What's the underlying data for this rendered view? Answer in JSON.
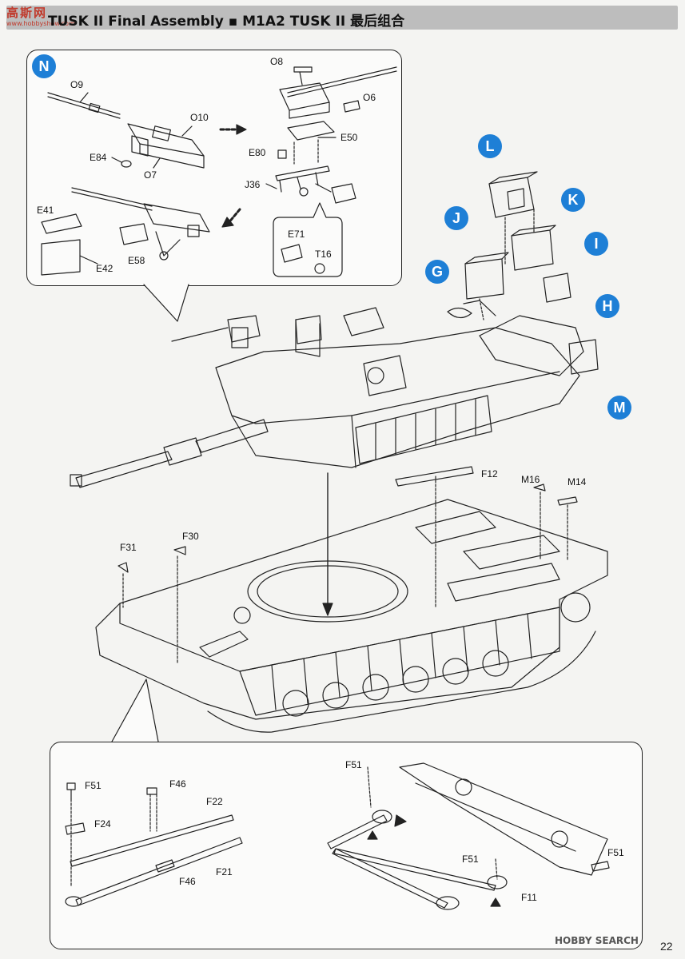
{
  "header": {
    "logo_main": "高斯网",
    "logo_sub": "www.hobbyshow.com",
    "title": "TUSK II Final Assembly ▪ M1A2 TUSK II 最后组合"
  },
  "markers": {
    "N": "N",
    "L": "L",
    "K": "K",
    "J": "J",
    "I": "I",
    "G": "G",
    "H": "H",
    "M": "M"
  },
  "parts": {
    "O9": "O9",
    "O10": "O10",
    "E84": "E84",
    "O7": "O7",
    "O8": "O8",
    "O6": "O6",
    "E50": "E50",
    "E80": "E80",
    "J36": "J36",
    "E41": "E41",
    "E42": "E42",
    "E58": "E58",
    "E71": "E71",
    "T16": "T16",
    "F12": "F12",
    "M16": "M16",
    "M14": "M14",
    "F30": "F30",
    "F31": "F31",
    "F51a": "F51",
    "F46a": "F46",
    "F22": "F22",
    "F24": "F24",
    "F21": "F21",
    "F46b": "F46",
    "F51b": "F51",
    "F51c": "F51",
    "F51d": "F51",
    "F11": "F11"
  },
  "footer": {
    "brand": "HOBBY SEARCH",
    "page_number": "22"
  }
}
